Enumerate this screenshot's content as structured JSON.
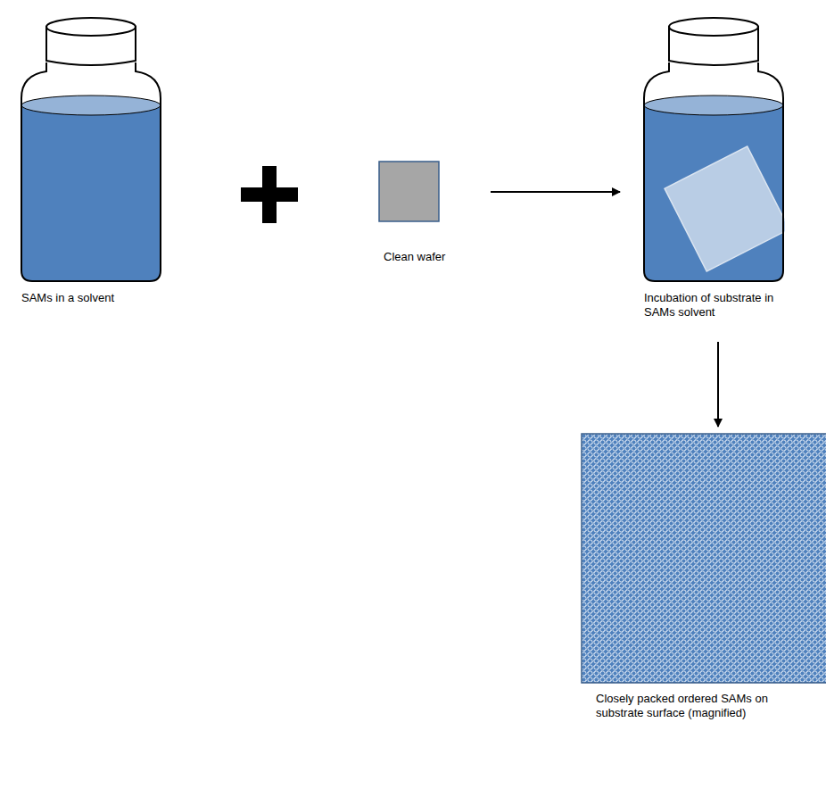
{
  "diagram": {
    "nodes": [
      {
        "text": [
          "SAMs in a solvent"
        ]
      },
      {
        "text": [
          "Clean wafer"
        ]
      },
      {
        "text": [
          "Incubation of substrate in SAMs solvent"
        ]
      },
      {
        "text": [
          "Closely packed ordered SAMs on substrate surface (magnified)"
        ]
      }
    ],
    "edges": [
      {
        "from": 1,
        "to": 2,
        "arrow": "to"
      },
      {
        "from": 2,
        "to": 3,
        "arrow": "to"
      }
    ]
  }
}
